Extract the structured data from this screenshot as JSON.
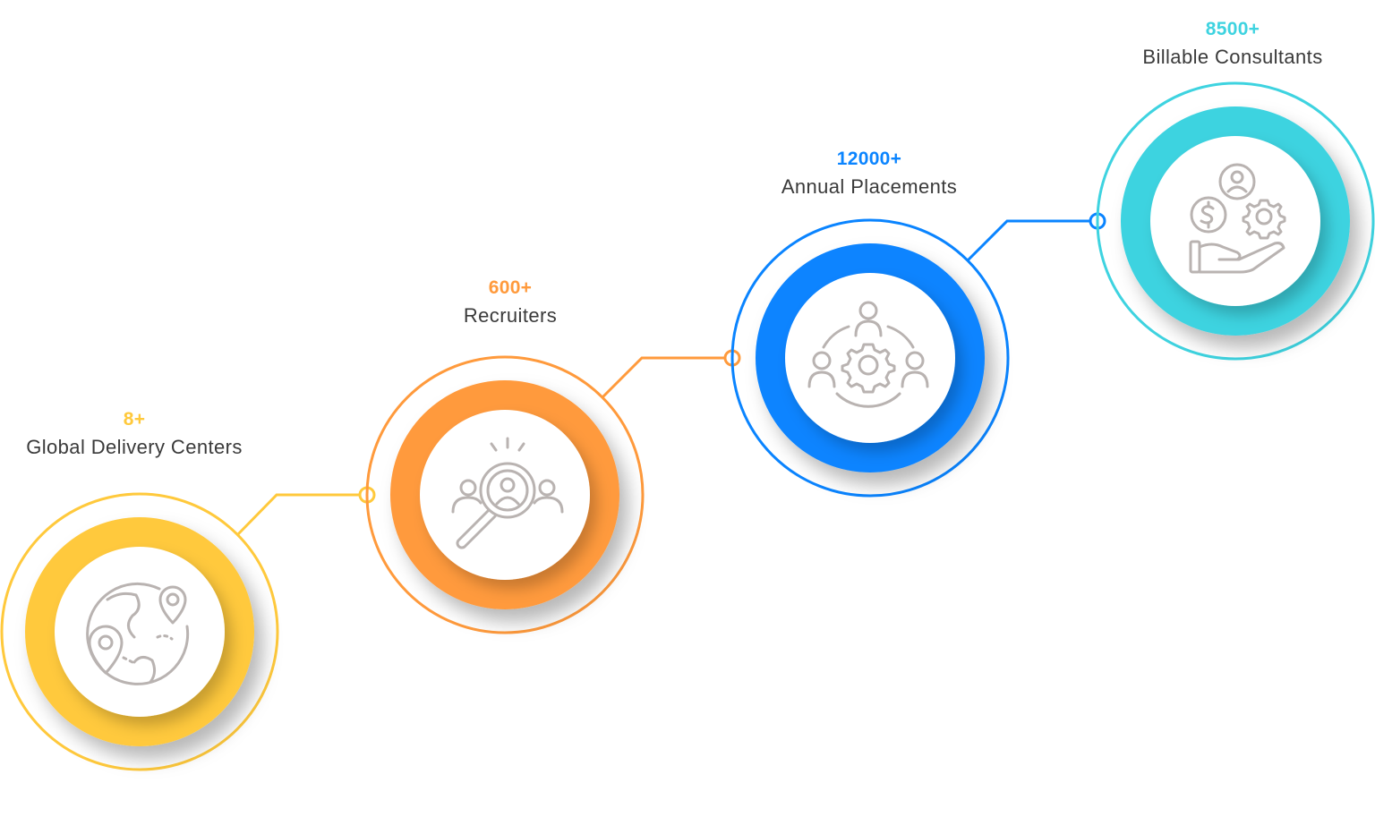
{
  "milestones": [
    {
      "value": "8+",
      "caption": "Global Delivery Centers",
      "color": "#FFC93C",
      "icon": "globe-location-icon"
    },
    {
      "value": "600+",
      "caption": "Recruiters",
      "color": "#FF9A3C",
      "icon": "recruiter-search-icon"
    },
    {
      "value": "12000+",
      "caption": "Annual Placements",
      "color": "#0A84FF",
      "icon": "team-gear-icon"
    },
    {
      "value": "8500+",
      "caption": "Billable Consultants",
      "color": "#3ED3E0",
      "icon": "hand-money-gear-icon"
    }
  ],
  "icon_stroke_color": "#b9b3b1"
}
